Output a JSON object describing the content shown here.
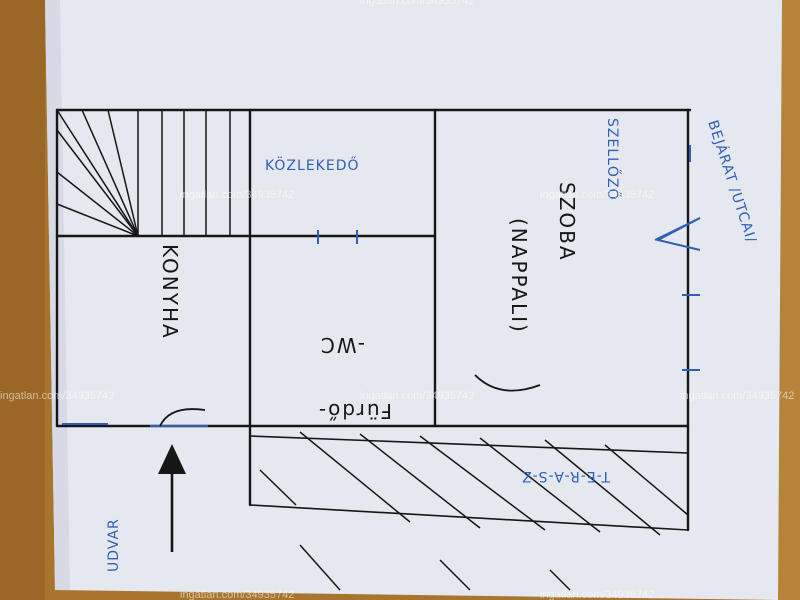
{
  "rooms": {
    "kozlekedo": "KÖZLEKEDŐ",
    "szoba": "SZOBA",
    "nappali": "(NAPPALI)",
    "konyha": "KONYHA",
    "furdo": "Fürdő-",
    "wc": "-WC",
    "szelloezo": "SZELLŐZŐ"
  },
  "labels": {
    "bejarat": "BEJÁRAT /UTCAI/",
    "udvar": "UDVAR",
    "terasz": "T-E-R-A-S-Z"
  },
  "watermark": {
    "text": "ingatlan.com/34935742"
  },
  "colors": {
    "ink_black": "#161616",
    "ink_blue": "#2f5fb8",
    "paper": "#e6e8f0",
    "table": "#a8752f"
  }
}
